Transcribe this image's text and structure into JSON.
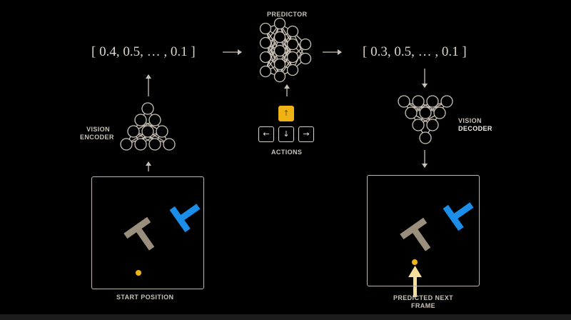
{
  "encoder": {
    "label_line1": "VISION",
    "label_line2": "ENCODER",
    "latent_vector": "[ 0.4,  0.5,  … ,  0.1 ]"
  },
  "predictor": {
    "label": "PREDICTOR"
  },
  "decoder": {
    "label_line1": "VISION",
    "label_line2": "DECODER",
    "latent_vector": "[ 0.3,  0.5,  … ,  0.1 ]"
  },
  "actions": {
    "label": "ACTIONS",
    "keys": {
      "up": "↑",
      "left": "←",
      "down": "↓",
      "right": "→"
    },
    "active_key": "up"
  },
  "start_frame": {
    "caption": "START POSITION"
  },
  "predicted_frame": {
    "caption_line1": "PREDICTED NEXT",
    "caption_line2": "FRAME"
  },
  "colors": {
    "background": "#000000",
    "line": "#c9c2b6",
    "tan_piece": "#9a8e7d",
    "blue_piece": "#1a8ee8",
    "agent_dot": "#f2b516",
    "active_key": "#f0b315",
    "pointer_arrow": "#f6df9e"
  }
}
